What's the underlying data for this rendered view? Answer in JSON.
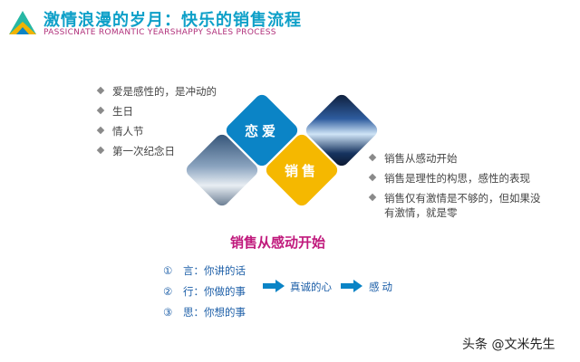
{
  "header": {
    "title": "激情浪漫的岁月：快乐的销售流程",
    "subtitle": "PASSICNATE ROMANTIC YEARSHAPPY SALES PROCESS"
  },
  "left_list": [
    "爱是感性的，是冲动的",
    "生日",
    "情人节",
    "第一次纪念日"
  ],
  "tiles": {
    "love_label": "恋爱",
    "sales_label": "销售"
  },
  "right_list": [
    "销售从感动开始",
    "销售是理性的构思，感性的表现",
    "销售仅有激情是不够的，但如果没有激情，就是零"
  ],
  "section": {
    "heading": "销售从感动开始"
  },
  "steps": [
    {
      "num": "①",
      "text": "言：你讲的话"
    },
    {
      "num": "②",
      "text": "行：你做的事"
    },
    {
      "num": "③",
      "text": "思：你想的事"
    }
  ],
  "flow": {
    "middle": "真诚的心",
    "end": "感动"
  },
  "watermark": "头条 @文米先生",
  "colors": {
    "title": "#0ea0c8",
    "subtitle": "#b0307a",
    "love_tile": "#0b84c6",
    "sales_tile": "#f5b800",
    "heading": "#c0197c",
    "steps": "#1d5fa8"
  }
}
